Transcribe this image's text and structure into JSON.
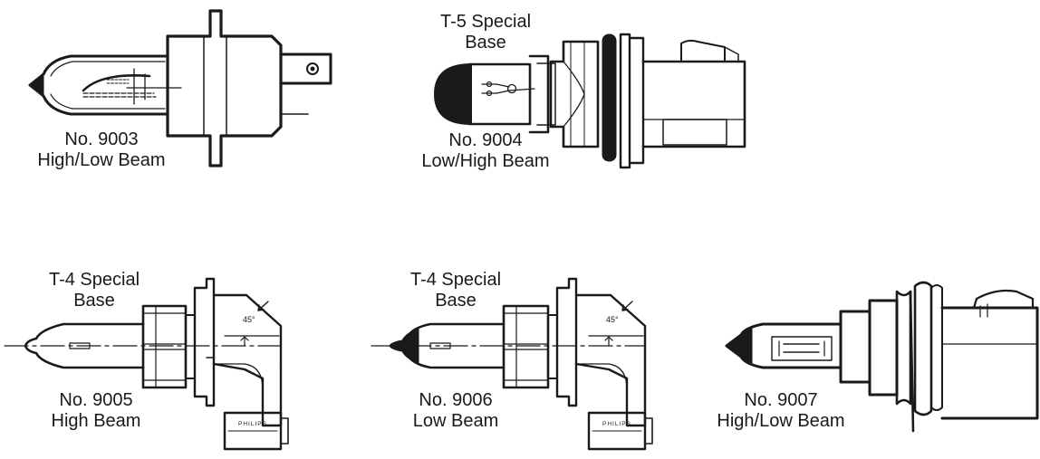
{
  "bulbs": {
    "b9003": {
      "number": "No. 9003",
      "beam": "High/Low Beam"
    },
    "b9004": {
      "base_line1": "T-5 Special",
      "base_line2": "Base",
      "number": "No. 9004",
      "beam": "Low/High Beam"
    },
    "b9005": {
      "base_line1": "T-4 Special",
      "base_line2": "Base",
      "number": "No. 9005",
      "beam": "High Beam",
      "angle": "45°",
      "connector_brand": "PHILIPS"
    },
    "b9006": {
      "base_line1": "T-4 Special",
      "base_line2": "Base",
      "number": "No. 9006",
      "beam": "Low Beam",
      "angle": "45°",
      "connector_brand": "PHILIPS"
    },
    "b9007": {
      "number": "No. 9007",
      "beam": "High/Low Beam"
    }
  },
  "colors": {
    "ink": "#1a1a1a",
    "background": "#ffffff"
  }
}
